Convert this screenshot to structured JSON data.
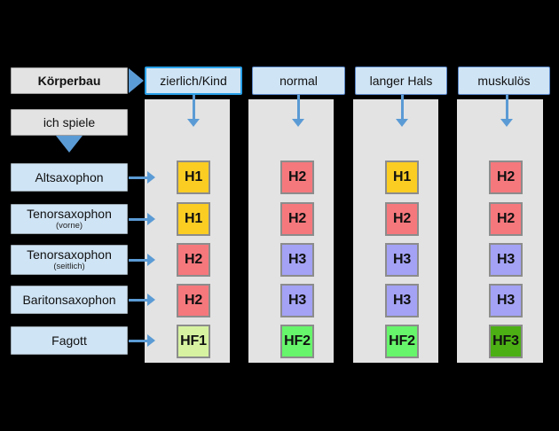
{
  "diagram": {
    "title_box": {
      "label": "Körperbau"
    },
    "row_header_box": {
      "label": "ich spiele"
    },
    "columns": [
      {
        "label": "zierlich/Kind",
        "selected": true
      },
      {
        "label": "normal",
        "selected": false
      },
      {
        "label": "langer Hals",
        "selected": false
      },
      {
        "label": "muskulös",
        "selected": false
      }
    ],
    "rows": [
      {
        "label": "Altsaxophon",
        "sub": ""
      },
      {
        "label": "Tenorsaxophon",
        "sub": "(vorne)"
      },
      {
        "label": "Tenorsaxophon",
        "sub": "(seitlich)"
      },
      {
        "label": "Baritonsaxophon",
        "sub": ""
      },
      {
        "label": "Fagott",
        "sub": ""
      }
    ],
    "cells": [
      [
        {
          "value": "H1",
          "color": "#fbcd23"
        },
        {
          "value": "H2",
          "color": "#f5787d"
        },
        {
          "value": "H1",
          "color": "#fbcd23"
        },
        {
          "value": "H2",
          "color": "#f5787d"
        }
      ],
      [
        {
          "value": "H1",
          "color": "#fbcd23"
        },
        {
          "value": "H2",
          "color": "#f5787d"
        },
        {
          "value": "H2",
          "color": "#f5787d"
        },
        {
          "value": "H2",
          "color": "#f5787d"
        }
      ],
      [
        {
          "value": "H2",
          "color": "#f5787d"
        },
        {
          "value": "H3",
          "color": "#a3a2f5"
        },
        {
          "value": "H3",
          "color": "#a3a2f5"
        },
        {
          "value": "H3",
          "color": "#a3a2f5"
        }
      ],
      [
        {
          "value": "H2",
          "color": "#f5787d"
        },
        {
          "value": "H3",
          "color": "#a3a2f5"
        },
        {
          "value": "H3",
          "color": "#a3a2f5"
        },
        {
          "value": "H3",
          "color": "#a3a2f5"
        }
      ],
      [
        {
          "value": "HF1",
          "color": "#d7f3a1"
        },
        {
          "value": "HF2",
          "color": "#66f56b"
        },
        {
          "value": "HF2",
          "color": "#66f56b"
        },
        {
          "value": "HF3",
          "color": "#4caf14"
        }
      ]
    ],
    "colors": {
      "background": "#000000",
      "panel": "#e3e3e3",
      "gray_box": "#e3e3e3",
      "blue_box": "#cfe4f5",
      "header_border": "#5b87c8",
      "header_border_selected": "#29a0e8",
      "arrow": "#5b9bd5",
      "cell_border": "#8c8c8c"
    }
  }
}
